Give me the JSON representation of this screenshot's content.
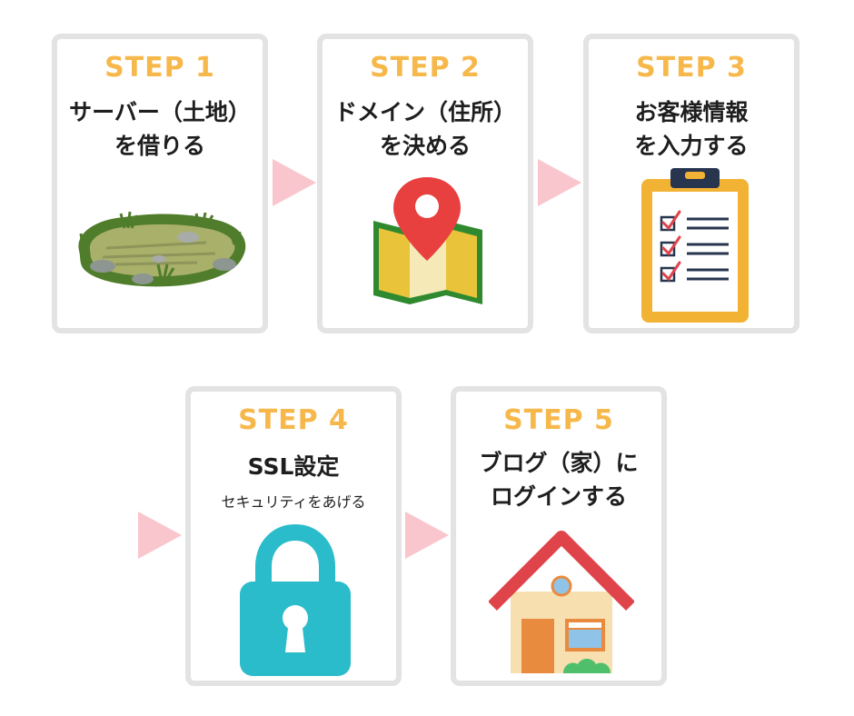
{
  "steps": [
    {
      "label": "STEP 1",
      "title_line1": "サーバー（土地）",
      "title_line2": "を借りる",
      "icon": "land-icon"
    },
    {
      "label": "STEP 2",
      "title_line1": "ドメイン（住所）",
      "title_line2": "を決める",
      "icon": "map-pin-icon"
    },
    {
      "label": "STEP 3",
      "title_line1": "お客様情報",
      "title_line2": "を入力する",
      "icon": "clipboard-checklist-icon"
    },
    {
      "label": "STEP 4",
      "title_line1": "SSL設定",
      "subtitle": "セキュリティをあげる",
      "icon": "padlock-icon"
    },
    {
      "label": "STEP 5",
      "title_line1": "ブログ（家）に",
      "title_line2": "ログインする",
      "icon": "house-icon"
    }
  ],
  "colors": {
    "step_label": "#f7b84b",
    "card_border": "#e3e3e3",
    "arrow": "#f9c6cd",
    "lock": "#2bbccb",
    "roof": "#e0444b",
    "pin": "#e8403f",
    "clipboard": "#f2b233"
  }
}
